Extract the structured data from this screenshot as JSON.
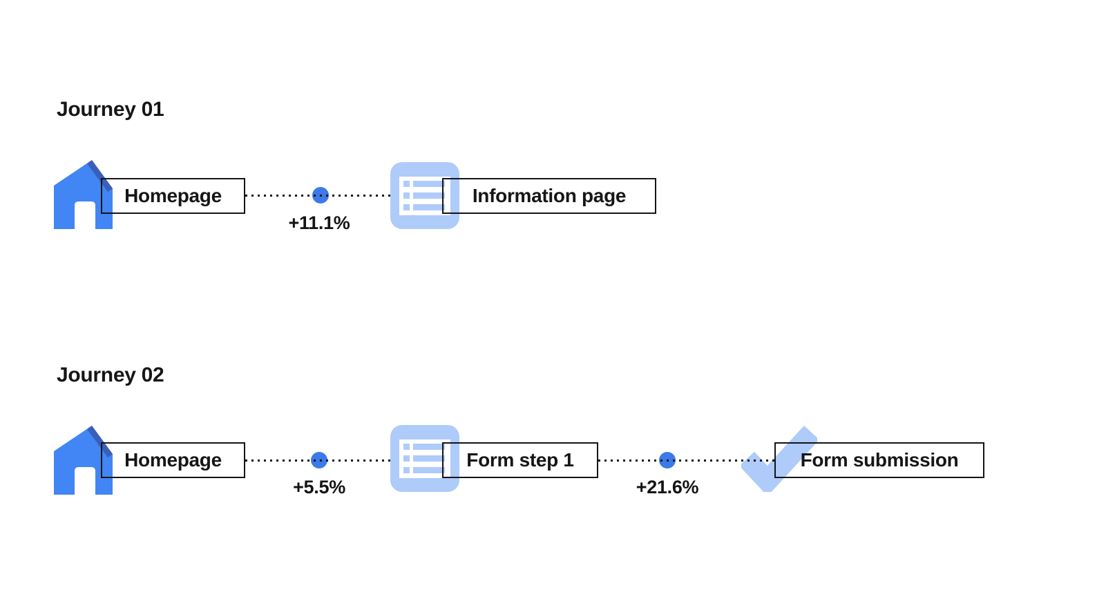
{
  "colors": {
    "primary_blue": "#4285F4",
    "primary_blue_shade": "#3A5FB8",
    "light_blue": "#AECBFA",
    "connector_dot_blue": "#3B7AE8",
    "line_black": "#141414"
  },
  "journeys": [
    {
      "title": "Journey 01",
      "nodes": [
        {
          "icon": "home-icon",
          "label": "Homepage"
        },
        {
          "icon": "document-list-icon",
          "label": "Information page"
        }
      ],
      "transitions": [
        {
          "delta": "+11.1%"
        }
      ]
    },
    {
      "title": "Journey 02",
      "nodes": [
        {
          "icon": "home-icon",
          "label": "Homepage"
        },
        {
          "icon": "document-list-icon",
          "label": "Form step 1"
        },
        {
          "icon": "checkmark-icon",
          "label": "Form submission"
        }
      ],
      "transitions": [
        {
          "delta": "+5.5%"
        },
        {
          "delta": "+21.6%"
        }
      ]
    }
  ]
}
